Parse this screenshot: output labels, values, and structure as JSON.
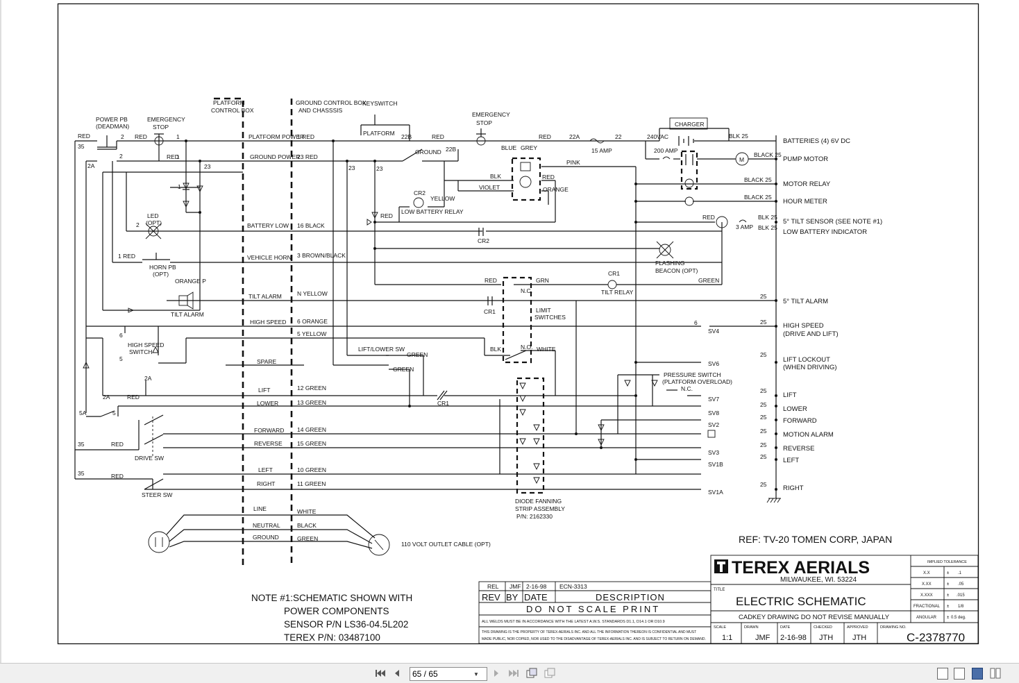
{
  "sheet": {
    "title_block": {
      "company": "TEREX AERIALS",
      "city": "MILWAUKEE, WI. 53224",
      "title_label": "TITLE",
      "title": "ELECTRIC SCHEMATIC",
      "note": "CADKEY DRAWING DO NOT REVISE MANUALLY",
      "scale_label": "SCALE",
      "scale": "1:1",
      "drawn_label": "DRAWN",
      "drawn": "JMF",
      "date_label": "DATE",
      "date": "2-16-98",
      "checked_label": "CHECKED",
      "checked": "JTH",
      "approved_label": "APPROVED",
      "approved": "JTH",
      "dwg_label": "DRAWING NO.",
      "drawing_no": "C-2378770",
      "tolerance_header": "IMPLIED TOLERANCE",
      "tolerances": [
        {
          "k": "X.X",
          "v": ".1"
        },
        {
          "k": "X.XX",
          "v": ".05"
        },
        {
          "k": "X.XXX",
          "v": ".015"
        },
        {
          "k": "FRACTIONAL",
          "v": "1/8"
        },
        {
          "k": "ANGULAR",
          "v": "0.5 deg."
        }
      ]
    },
    "revision": {
      "rel": "REL",
      "by": "JMF",
      "date": "2-16-98",
      "ecn": "ECN-3313",
      "h_rev": "REV",
      "h_by": "BY",
      "h_date": "DATE",
      "h_desc": "DESCRIPTION",
      "warning": "DO NOT SCALE PRINT",
      "fine1": "ALL WELDS MUST BE IN ACCORDANCE WITH THE LATEST A.W.S. STANDARDS D1.1, D14.1 OR D10.9",
      "fine2a": "THIS DRAWING IS THE PROPERTY OF TEREX-AERIALS INC. AND ALL THE INFORMATION THEREON IS CONFIDENTIAL AND MUST",
      "fine2b": "MADE PUBLIC, NOR COPIED, NOR USED TO THE DISADVANTAGE OF TEREX-AERIALS INC. AND IS SUBJECT TO RETURN ON DEMAND."
    },
    "ref": "REF: TV-20 TOMEN CORP, JAPAN",
    "note1": [
      "NOTE #1:SCHEMATIC SHOWN WITH",
      "POWER COMPONENTS",
      "SENSOR P/N LS36-04.5L202",
      "TEREX P/N: 03487100"
    ],
    "box_labels": {
      "platform": [
        "PLATFORM",
        "CONTROL BOX"
      ],
      "ground": [
        "GROUND CONTROL BOX",
        "AND CHASSSIS"
      ]
    },
    "left_components": {
      "power_pb": [
        "POWER PB",
        "(DEADMAN)"
      ],
      "emergency_stop": [
        "EMERGENCY",
        "STOP"
      ],
      "led": [
        "LED",
        "(OPT)"
      ],
      "horn_pb": [
        "HORN PB",
        "(OPT)"
      ],
      "tilt_alarm": "TILT ALARM",
      "high_speed_switch": [
        "HIGH SPEED",
        "SWITCH"
      ],
      "drive_sw": "DRIVE SW",
      "steer_sw": "STEER SW",
      "orange_p": "ORANGE  P"
    },
    "circuits": [
      {
        "name": "PLATFORM POWER",
        "wire": "1  RED"
      },
      {
        "name": "GROUND POWER",
        "wire": "23  RED"
      },
      {
        "name": "BATTERY LOW",
        "wire": "16 BLACK"
      },
      {
        "name": "VEHICLE HORN",
        "wire": "3  BROWN/BLACK"
      },
      {
        "name": "TILT ALARM",
        "wire": "N  YELLOW"
      },
      {
        "name": "HIGH SPEED",
        "wire": "6  ORANGE"
      },
      {
        "name": "",
        "wire": "5  YELLOW"
      },
      {
        "name": "SPARE",
        "wire": ""
      },
      {
        "name": "LIFT",
        "wire": "12  GREEN"
      },
      {
        "name": "LOWER",
        "wire": "13  GREEN"
      },
      {
        "name": "FORWARD",
        "wire": "14  GREEN"
      },
      {
        "name": "REVERSE",
        "wire": "15  GREEN"
      },
      {
        "name": "LEFT",
        "wire": "10  GREEN"
      },
      {
        "name": "RIGHT",
        "wire": "11  GREEN"
      },
      {
        "name": "LINE",
        "wire": "WHITE"
      },
      {
        "name": "NEUTRAL",
        "wire": "BLACK"
      },
      {
        "name": "GROUND",
        "wire": "GREEN"
      }
    ],
    "right_outputs": [
      {
        "label": "BATTERIES (4) 6V DC",
        "wire": "BLK  25"
      },
      {
        "label": "PUMP MOTOR",
        "wire": "BLACK  25"
      },
      {
        "label": "MOTOR RELAY",
        "wire": "BLACK  25"
      },
      {
        "label": "HOUR METER",
        "wire": "BLACK  25"
      },
      {
        "label": "5° TILT SENSOR (SEE NOTE #1)",
        "wire": "BLK 25"
      },
      {
        "label": "LOW BATTERY INDICATOR",
        "wire": "BLK 25"
      },
      {
        "label": "5° TILT ALARM",
        "wire": "25"
      },
      {
        "label": "HIGH SPEED",
        "label2": "(DRIVE AND LIFT)",
        "wire": "25"
      },
      {
        "label": "LIFT LOCKOUT",
        "label2": "(WHEN DRIVING)",
        "wire": "25"
      },
      {
        "label": "LIFT",
        "wire": "25"
      },
      {
        "label": "LOWER",
        "wire": "25"
      },
      {
        "label": "FORWARD",
        "wire": "25"
      },
      {
        "label": "MOTION ALARM",
        "wire": "25"
      },
      {
        "label": "REVERSE",
        "wire": "25"
      },
      {
        "label": "LEFT",
        "wire": "25"
      },
      {
        "label": "RIGHT",
        "wire": "25"
      }
    ],
    "solenoids": [
      "SV4",
      "SV6",
      "SV7",
      "SV8",
      "SV2",
      "SV3",
      "SV1B",
      "SV1A"
    ],
    "misc": {
      "keyswitch": "KEYSWITCH",
      "platform": "PLATFORM",
      "ground": "GROUND",
      "emergency_stop2": [
        "EMERGENCY",
        "STOP"
      ],
      "charger": "CHARGER",
      "amp200": "200 AMP",
      "amp15": "15 AMP",
      "amp3": "3 AMP",
      "vac": "240VAC",
      "low_battery_relay": "LOW BATTERY RELAY",
      "cr2": "CR2",
      "cr1": "CR1",
      "tilt_relay": "TILT RELAY",
      "flashing_beacon": [
        "FLASHING",
        "BEACON (OPT)"
      ],
      "limit_switches": [
        "LIMIT",
        "SWITCHES"
      ],
      "nc": "N.C.",
      "no": "N.O.",
      "lift_lower_sw": "LIFT/LOWER SW",
      "pressure_switch": [
        "PRESSURE SWITCH",
        "(PLATFORM OVERLOAD)"
      ],
      "diode": [
        "DIODE FANNING",
        "STRIP ASSEMBLY",
        "P/N: 2162330"
      ],
      "outlet_cable": "110 VOLT OUTLET CABLE (OPT)",
      "colors": [
        "RED",
        "BLUE",
        "GREY",
        "BLK",
        "VIOLET",
        "ORANGE",
        "PINK",
        "YELLOW",
        "GREEN",
        "GRN",
        "WHITE"
      ]
    }
  },
  "toolbar": {
    "page_value": "65 / 65"
  }
}
